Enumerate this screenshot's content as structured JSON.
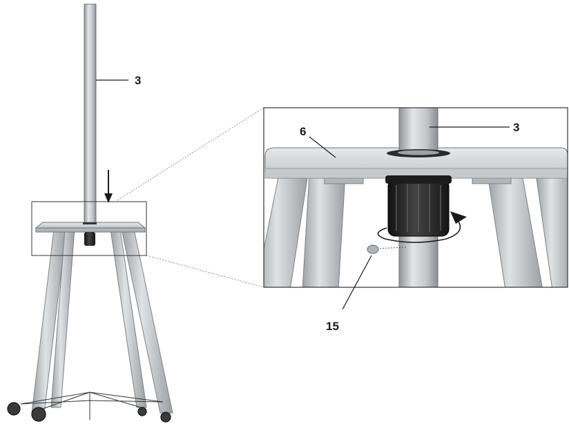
{
  "labels": {
    "pole_main": "3",
    "pole_detail": "3",
    "platform": "6",
    "screw": "15"
  },
  "icons": {
    "down_arrow": "down-arrow-icon",
    "rotate_arrow": "rotate-clockwise-icon"
  },
  "colors": {
    "metal_light": "#d4d7d9",
    "metal_mid": "#b9bdc0",
    "metal_dark": "#8e9397",
    "knob": "#2a2a2a",
    "line": "#1a1a1a"
  }
}
